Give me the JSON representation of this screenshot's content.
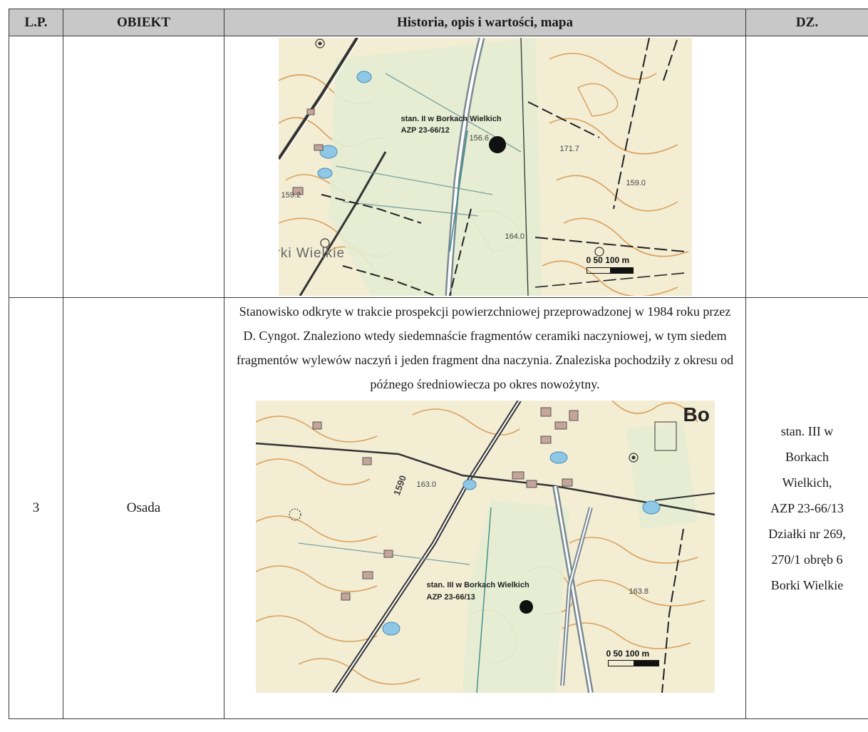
{
  "header": {
    "lp": "L.P.",
    "obiekt": "OBIEKT",
    "historia": "Historia, opis i wartości, mapa",
    "dz": "DZ."
  },
  "map1": {
    "site_label": "stan. II w Borkach Wielkich",
    "azp": "AZP 23-66/12",
    "place_name": "rki Wielkie",
    "heights": [
      "156.6",
      "171.7",
      "159.0",
      "164.0",
      "159.2"
    ],
    "scale_label": "0   50  100 m"
  },
  "row3": {
    "lp": "3",
    "obiekt": "Osada",
    "description": "Stanowisko odkryte w trakcie prospekcji powierzchniowej przeprowadzonej w 1984 roku przez D. Cyngot. Znaleziono wtedy siedemnaście fragmentów ceramiki naczyniowej, w tym siedem fragmentów wylewów naczyń i jeden fragment dna naczynia. Znaleziska pochodziły z okresu od późnego średniowiecza po okres nowożytny.",
    "dz_lines": [
      "stan. III w",
      "Borkach",
      "Wielkich,",
      "AZP 23-66/13",
      "Działki nr 269,",
      "270/1 obręb 6",
      "Borki Wielkie"
    ],
    "map": {
      "site_label": "stan. III w Borkach Wielkich",
      "azp": "AZP 23-66/13",
      "place_name": "Bo",
      "road_number": "1590",
      "heights": [
        "163.0",
        "163.8"
      ],
      "scale_label": "0   50  100 m"
    }
  }
}
